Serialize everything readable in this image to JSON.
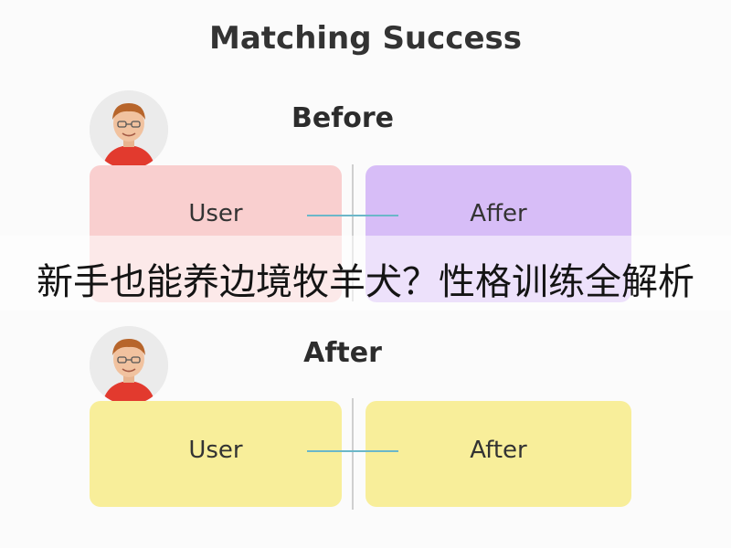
{
  "header": {
    "title": "Matching Success"
  },
  "before": {
    "title": "Before",
    "left_card": {
      "label": "User",
      "color": "#f9cfcf"
    },
    "right_card": {
      "label": "Affer",
      "color": "#d7bdf7"
    },
    "avatar_icon": "person-avatar-icon"
  },
  "after": {
    "title": "After",
    "left_card": {
      "label": "User",
      "color": "#f8ee9a"
    },
    "right_card": {
      "label": "After",
      "color": "#f8ee9a"
    },
    "avatar_icon": "person-avatar-icon"
  },
  "overlay": {
    "caption": "新手也能养边境牧羊犬？性格训练全解析"
  },
  "colors": {
    "connector": "#6bb7c9",
    "divider": "#cfcfcf",
    "shirt": "#e23a2e"
  }
}
